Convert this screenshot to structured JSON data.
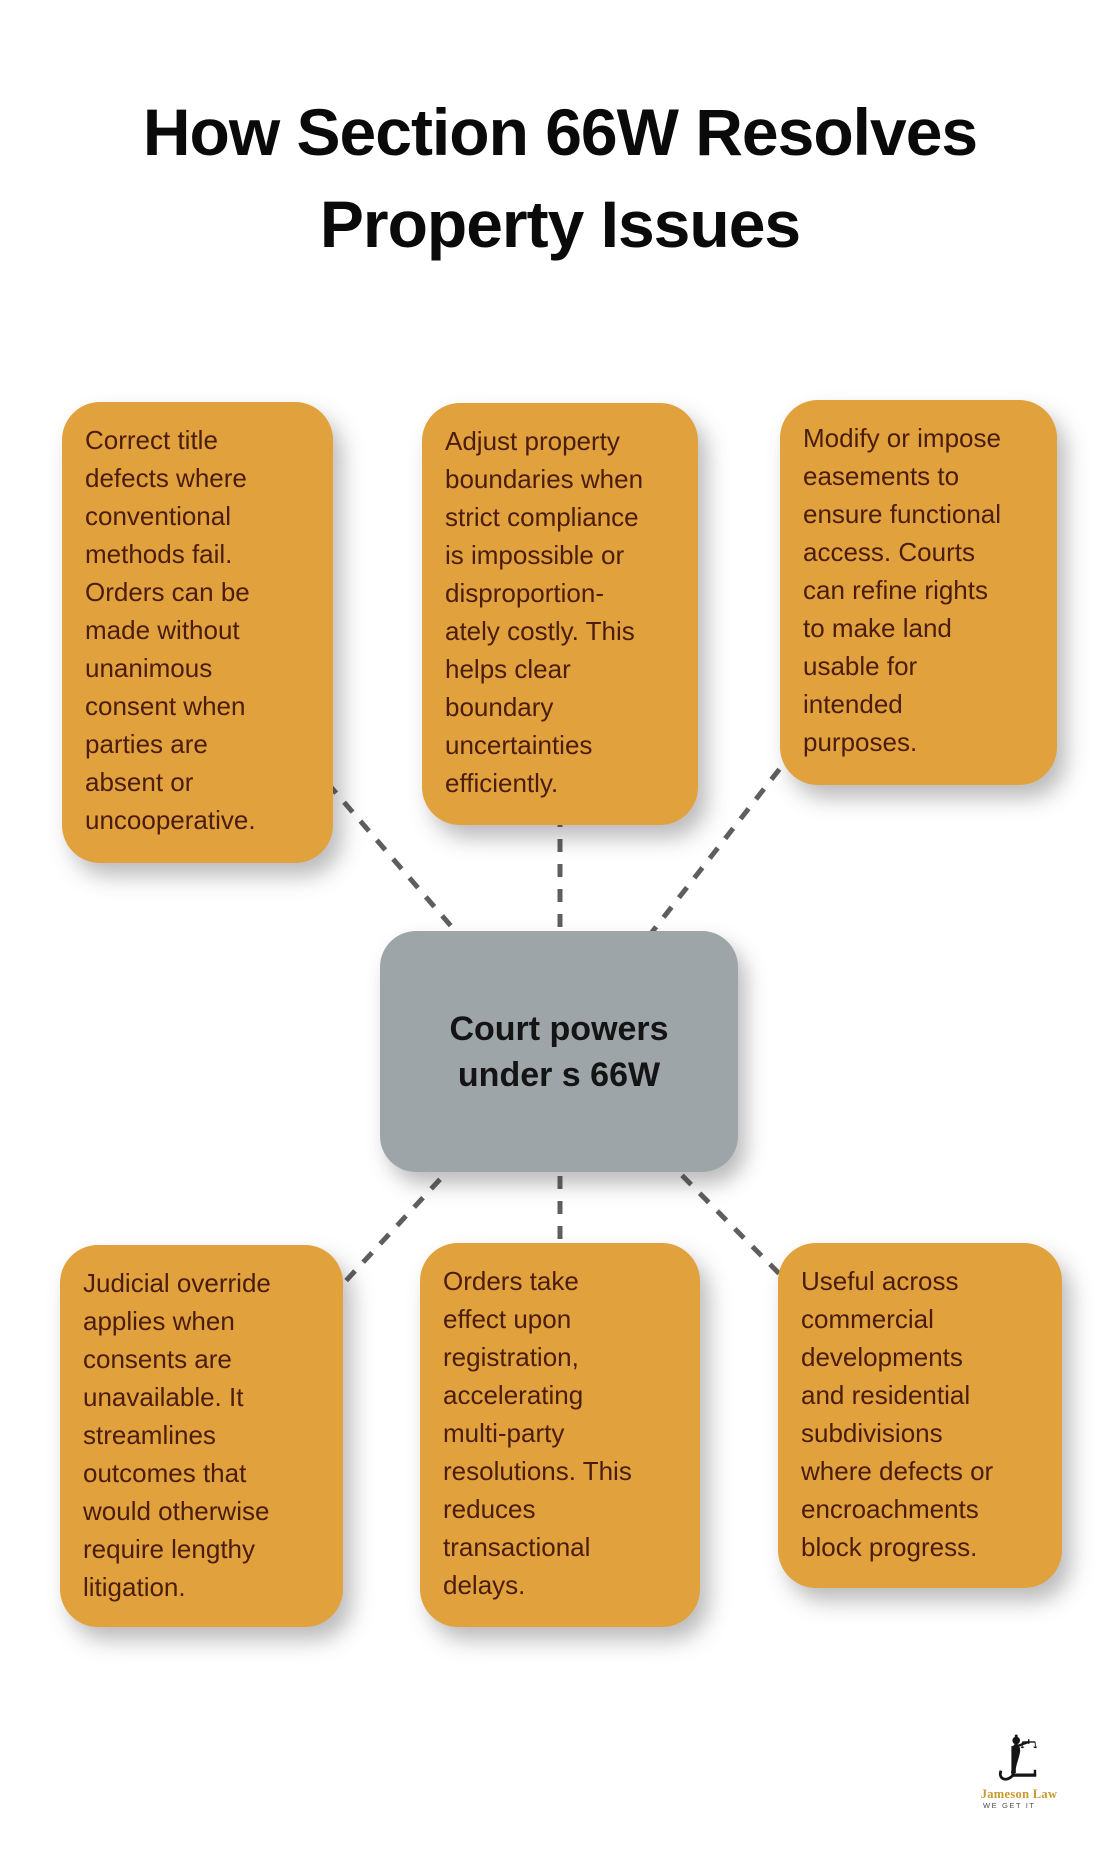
{
  "title": "How Section 66W Resolves\nProperty Issues",
  "center_node": {
    "label": "Court powers\nunder s 66W"
  },
  "boxes": [
    {
      "position": "top-left",
      "text": "Correct title\ndefects where\nconventional\nmethods fail.\nOrders can be\nmade without\nunanimous\nconsent when\nparties are\nabsent or\nuncooperative."
    },
    {
      "position": "top-middle",
      "text": "Adjust property\nboundaries when\nstrict compliance\nis impossible or\ndisproportion-\nately costly. This\nhelps clear\nboundary\nuncertainties\nefficiently."
    },
    {
      "position": "top-right",
      "text": "Modify or impose\neasements to\nensure functional\naccess. Courts\ncan refine rights\nto make land\nusable for\nintended\npurposes."
    },
    {
      "position": "bottom-left",
      "text": "Judicial override\napplies when\nconsents are\nunavailable. It\nstreamlines\noutcomes that\nwould otherwise\nrequire lengthy\nlitigation."
    },
    {
      "position": "bottom-middle",
      "text": "Orders take\neffect upon\nregistration,\naccelerating\nmulti-party\nresolutions. This\nreduces\ntransactional\ndelays."
    },
    {
      "position": "bottom-right",
      "text": "Useful across\ncommercial\ndevelopments\nand residential\nsubdivisions\nwhere defects or\nencroachments\nblock progress."
    }
  ],
  "logo": {
    "name": "Jameson Law",
    "tagline": "WE GET IT",
    "icon": "lady-justice-scales-icon"
  },
  "colors": {
    "background": "#FFFFFF",
    "title_text": "#0A0A0A",
    "box_fill": "#E1A13C",
    "box_text": "#4A1D0F",
    "center_fill": "#9DA5A9",
    "center_text": "#141414",
    "connector": "#5E5E5E",
    "logo_gold": "#C9992E",
    "logo_tagline": "#4F4F4F"
  }
}
